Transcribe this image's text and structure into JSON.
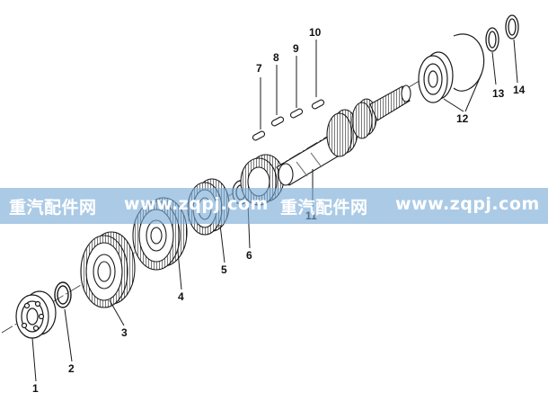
{
  "diagram": {
    "callouts": [
      "1",
      "2",
      "3",
      "4",
      "5",
      "6",
      "7",
      "8",
      "9",
      "10",
      "11",
      "12",
      "13",
      "14"
    ],
    "colors": {
      "line": "#1a1a1a",
      "watermark_band": "#78aad7",
      "watermark_text": "#ffffff"
    }
  },
  "watermark": {
    "left_cn": "重汽配件网",
    "left_url": "www.zqpj.com",
    "right_cn": "重汽配件网",
    "right_url": "www.zqpj.com"
  }
}
